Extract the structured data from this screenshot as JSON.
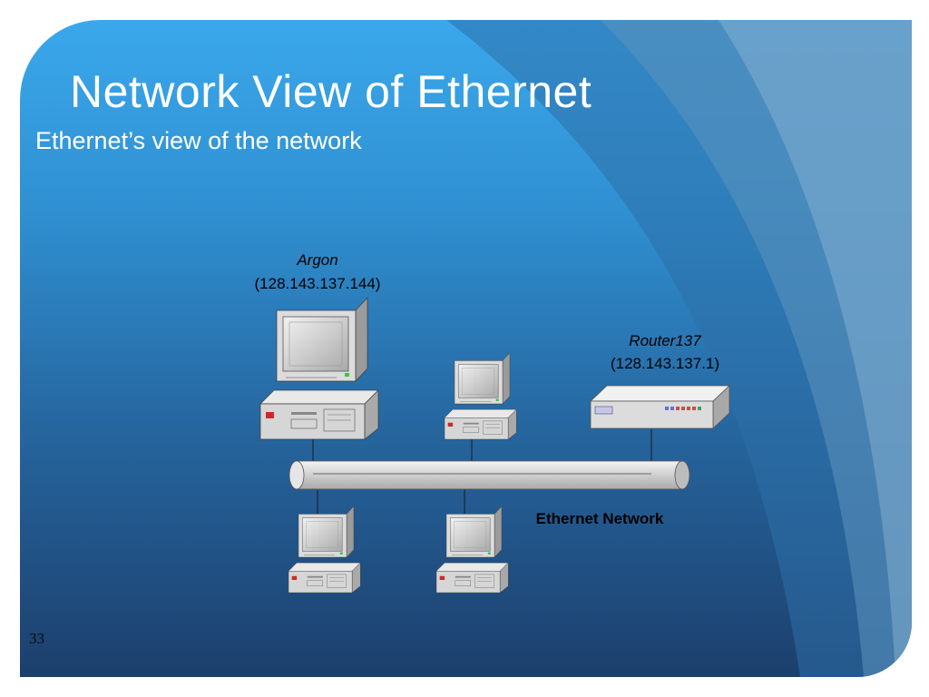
{
  "slide": {
    "title": "Network View of Ethernet",
    "bullet": "Ethernet’s view of the network",
    "page_number": "33"
  },
  "diagram": {
    "nodes": [
      {
        "id": "argon",
        "name": "Argon",
        "ip": "(128.143.137.144)",
        "type": "computer"
      },
      {
        "id": "router137",
        "name": "Router137",
        "ip": "(128.143.137.1)",
        "type": "router"
      },
      {
        "id": "host-top",
        "type": "computer"
      },
      {
        "id": "host-bottom-left",
        "type": "computer"
      },
      {
        "id": "host-bottom-right",
        "type": "computer"
      }
    ],
    "network_label": "Ethernet Network"
  },
  "colors": {
    "background_top": "#3aa8ec",
    "background_bottom": "#1c3f6c",
    "text_light": "#ffffff",
    "text_dark": "#000000"
  }
}
